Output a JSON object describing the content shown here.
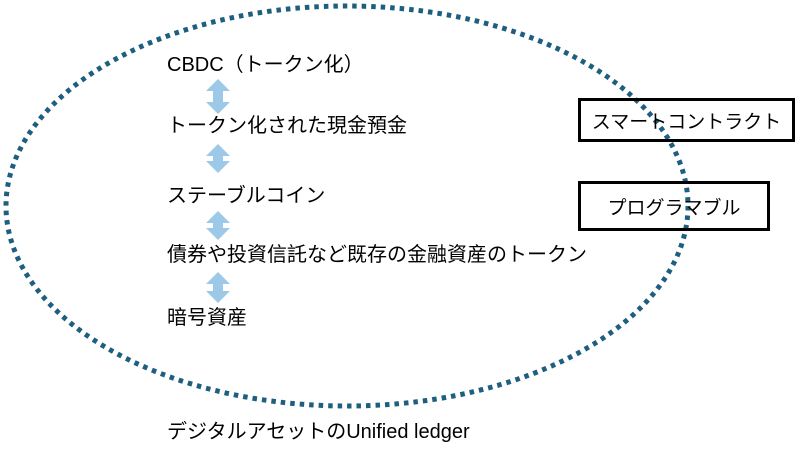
{
  "diagram": {
    "assets": [
      "CBDC（トークン化）",
      "トークン化された現金預金",
      "ステーブルコイン",
      "債券や投資信託など既存の金融資産のトークン",
      "暗号資産"
    ],
    "side_boxes": [
      "スマートコントラクト",
      "プログラマブル"
    ],
    "caption": "デジタルアセットのUnified ledger",
    "icons": {
      "connector": "double-arrow-icon",
      "boundary": "dotted-ellipse"
    },
    "colors": {
      "ellipse_dots": "#1e5f80",
      "arrow": "#9dc9e8",
      "box_border": "#000000",
      "text": "#000000",
      "background": "#ffffff"
    }
  }
}
